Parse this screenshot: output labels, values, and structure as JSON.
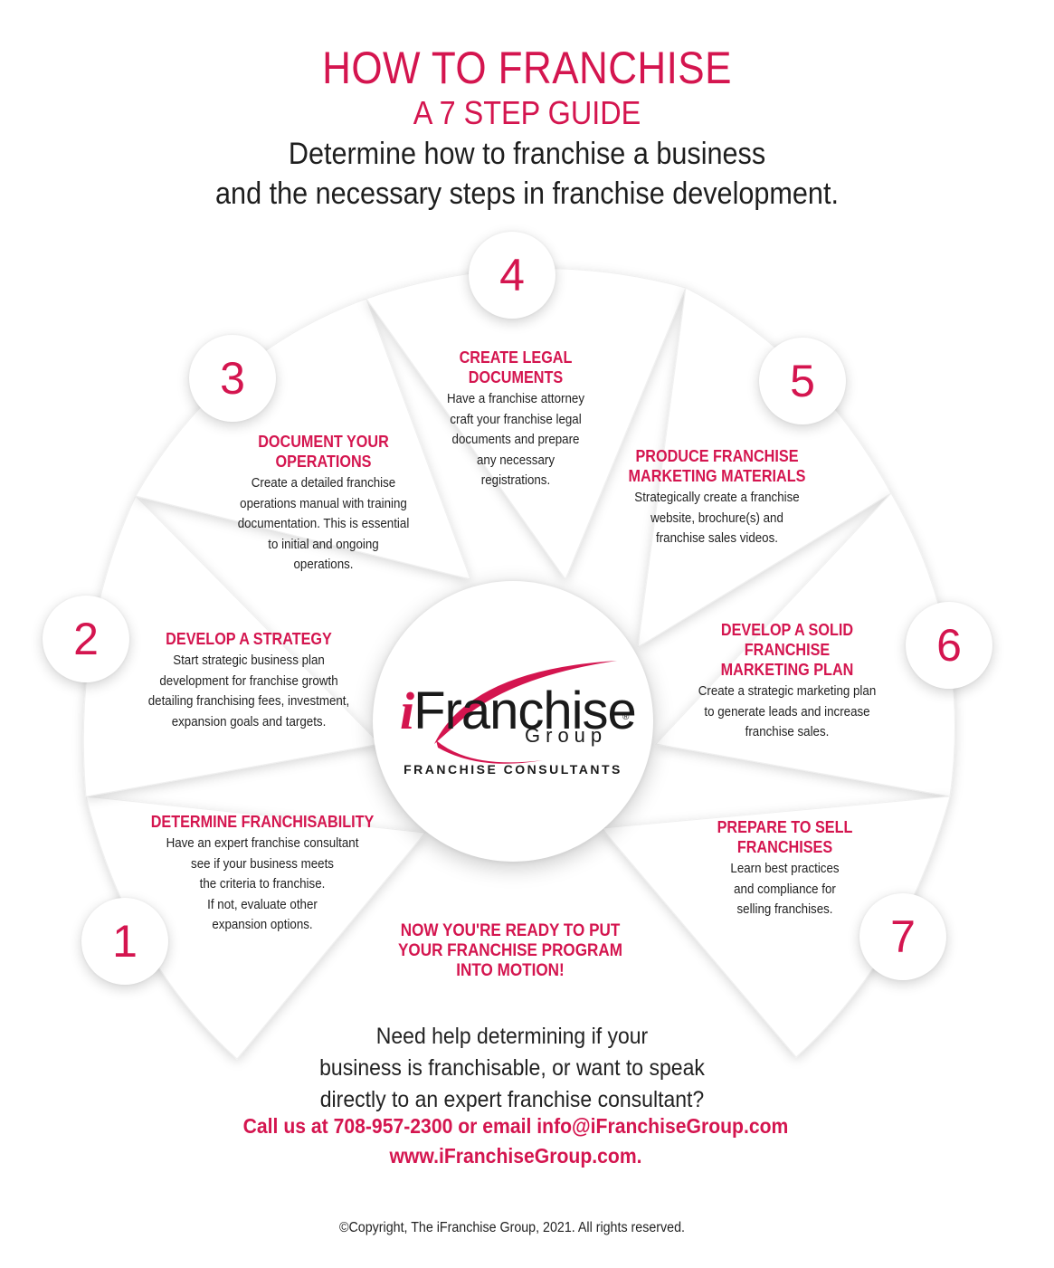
{
  "header": {
    "title": "HOW TO FRANCHISE",
    "subtitle": "A 7 STEP GUIDE",
    "intro_line1": "Determine how to franchise a business",
    "intro_line2": "and the necessary steps in franchise development."
  },
  "steps": [
    {
      "number": "1",
      "title": "DETERMINE FRANCHISABILITY",
      "desc_lines": [
        "Have an expert franchise consultant",
        "see if your business meets",
        "the criteria to franchise.",
        "If not, evaluate other",
        "expansion options."
      ]
    },
    {
      "number": "2",
      "title": "DEVELOP A STRATEGY",
      "desc_lines": [
        "Start strategic business plan",
        "development for franchise growth",
        "detailing franchising fees, investment,",
        "expansion goals and targets."
      ]
    },
    {
      "number": "3",
      "title_lines": [
        "DOCUMENT YOUR",
        "OPERATIONS"
      ],
      "desc_lines": [
        "Create a detailed franchise",
        "operations manual with training",
        "documentation. This is essential",
        "to initial and ongoing",
        "operations."
      ]
    },
    {
      "number": "4",
      "title_lines": [
        "CREATE LEGAL",
        "DOCUMENTS"
      ],
      "desc_lines": [
        "Have a franchise attorney",
        "craft your franchise legal",
        "documents and prepare",
        "any necessary",
        "registrations."
      ]
    },
    {
      "number": "5",
      "title_lines": [
        "PRODUCE FRANCHISE",
        "MARKETING MATERIALS"
      ],
      "desc_lines": [
        "Strategically create a franchise",
        "website, brochure(s) and",
        "franchise sales videos."
      ]
    },
    {
      "number": "6",
      "title_lines": [
        "DEVELOP A SOLID",
        "FRANCHISE",
        "MARKETING PLAN"
      ],
      "desc_lines": [
        "Create a strategic marketing plan",
        "to generate leads and increase",
        "franchise sales."
      ]
    },
    {
      "number": "7",
      "title_lines": [
        "PREPARE TO SELL",
        "FRANCHISES"
      ],
      "desc_lines": [
        "Learn best practices",
        "and compliance for",
        "selling franchises."
      ]
    }
  ],
  "center": {
    "cta_lines": [
      "NOW YOU'RE READY TO PUT",
      "YOUR FRANCHISE PROGRAM",
      "INTO MOTION!"
    ]
  },
  "logo": {
    "i": "i",
    "name": "Franchise",
    "group": "Group",
    "reg": "®",
    "tagline": "FRANCHISE CONSULTANTS"
  },
  "footer": {
    "help_lines": [
      "Need help determining if your",
      "business is franchisable, or want to speak",
      "directly to an expert franchise consultant?"
    ],
    "contact_line1": "Call us at 708-957-2300 or email info@iFranchiseGroup.com",
    "contact_line2": "www.iFranchiseGroup.com.",
    "copyright": "©Copyright, The iFranchise Group, 2021. All rights reserved."
  },
  "colors": {
    "accent": "#d4154f",
    "text": "#222222",
    "background": "#ffffff"
  }
}
